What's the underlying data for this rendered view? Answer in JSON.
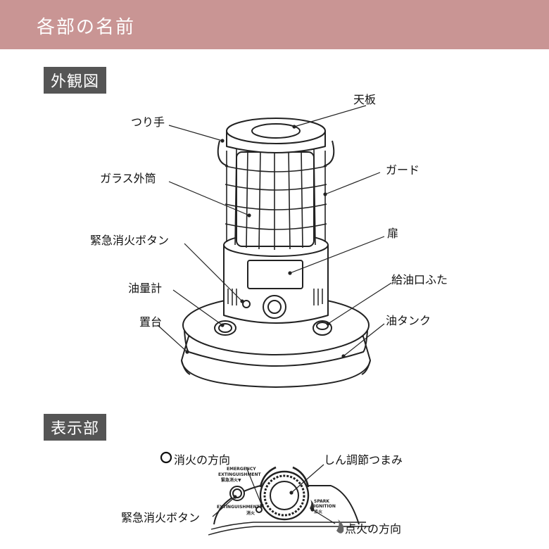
{
  "header": {
    "title": "各部の名前"
  },
  "sections": {
    "exterior": "外観図",
    "display": "表示部"
  },
  "exterior_labels": {
    "top_plate": "天板",
    "handle": "つり手",
    "guard": "ガード",
    "glass_cylinder": "ガラス外筒",
    "emergency_button": "緊急消火ボタン",
    "door": "扉",
    "fuel_gauge": "油量計",
    "fuel_cap": "給油口ふた",
    "base": "置台",
    "fuel_tank": "油タンク"
  },
  "display_labels": {
    "extinguish_direction": "消火の方向",
    "wick_knob": "しん調節つまみ",
    "emergency_button": "緊急消火ボタン",
    "ignition_direction": "点火の方向"
  },
  "panel_text": {
    "emergency_en_1": "EMERGENCY",
    "emergency_en_2": "EXTINGUISHMENT",
    "emergency_jp": "緊急消火▼",
    "extinguish_en": "EXTINGUISHMENT",
    "extinguish_jp": "消火",
    "spark_en_1": "SPARK",
    "spark_en_2": "IGNITION",
    "spark_jp": "点火"
  }
}
